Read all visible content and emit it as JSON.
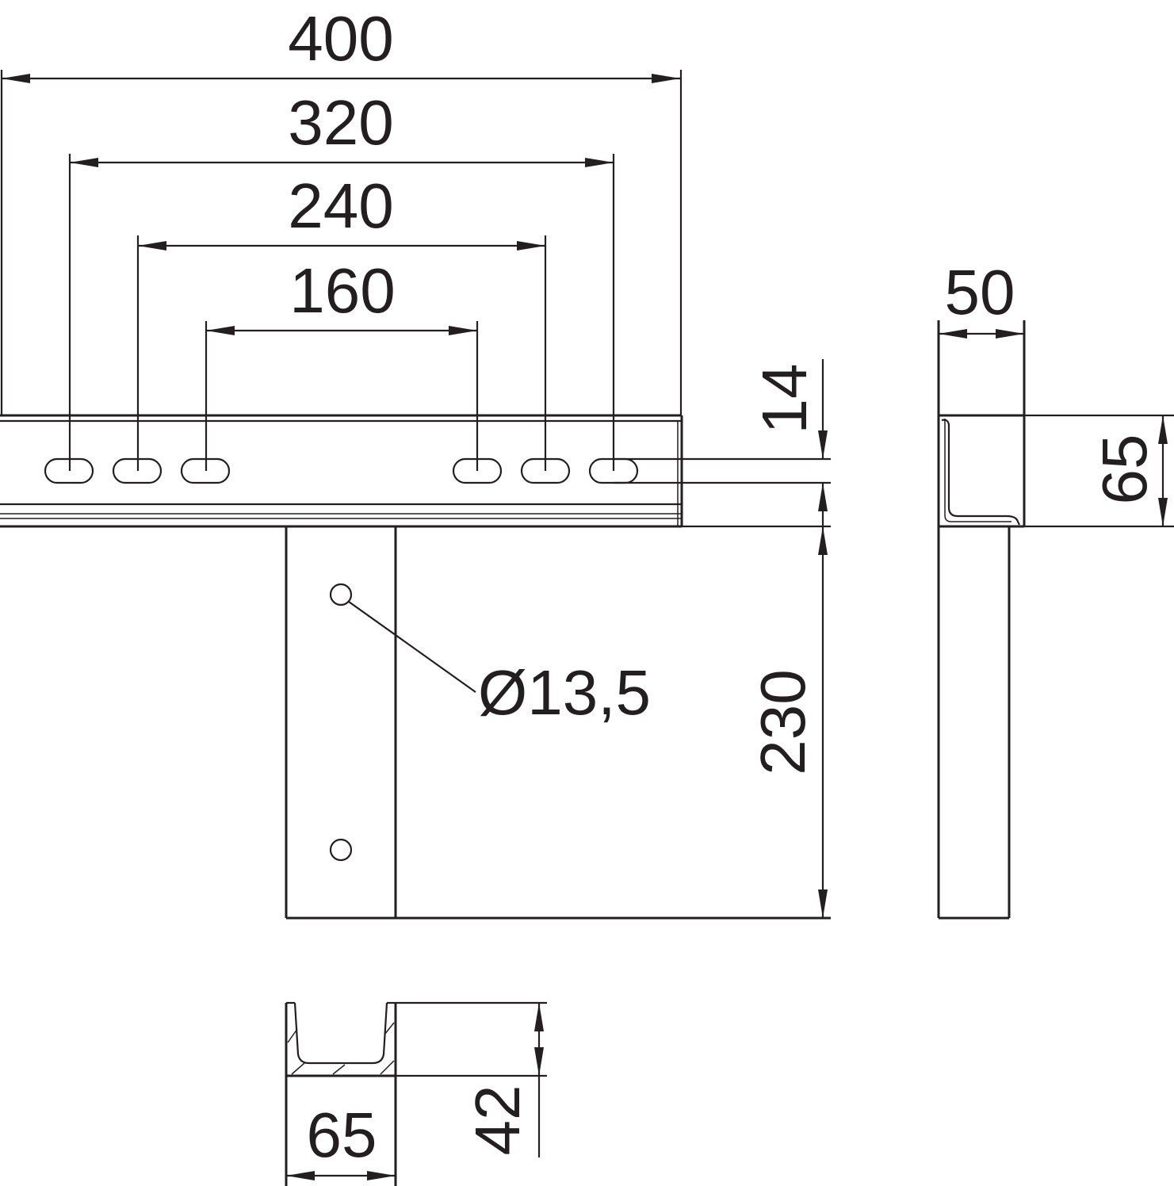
{
  "drawing": {
    "dim_400": "400",
    "dim_320": "320",
    "dim_240": "240",
    "dim_160": "160",
    "dim_14": "14",
    "dim_230": "230",
    "hole_diameter": "Ø13,5",
    "dim_50": "50",
    "dim_65_side": "65",
    "dim_65_bottom": "65",
    "dim_42": "42"
  }
}
